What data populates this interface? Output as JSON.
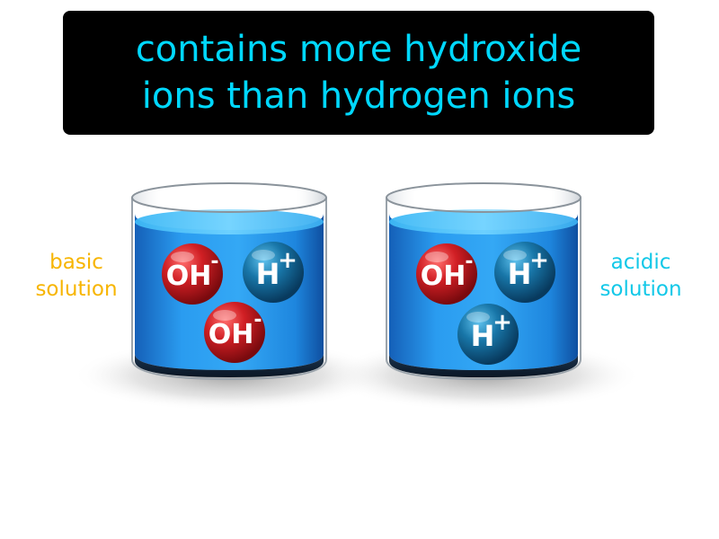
{
  "title": {
    "line1": "contains more hydroxide",
    "line2": "ions than hydrogen ions",
    "color": "#00d8ff",
    "background": "#000000"
  },
  "beakers": [
    {
      "label_line1": "basic",
      "label_line2": "solution",
      "label_color": "#f7b500",
      "ions": [
        {
          "type": "hydroxide",
          "formula": "OH",
          "charge": "-"
        },
        {
          "type": "hydrogen",
          "formula": "H",
          "charge": "+"
        },
        {
          "type": "hydroxide",
          "formula": "OH",
          "charge": "-"
        }
      ]
    },
    {
      "label_line1": "acidic",
      "label_line2": "solution",
      "label_color": "#12c8e8",
      "ions": [
        {
          "type": "hydroxide",
          "formula": "OH",
          "charge": "-"
        },
        {
          "type": "hydrogen",
          "formula": "H",
          "charge": "+"
        },
        {
          "type": "hydrogen",
          "formula": "H",
          "charge": "+"
        }
      ]
    }
  ],
  "colors": {
    "liquid": "#1a8fe0",
    "hydroxide_ion": "#c0161e",
    "hydrogen_ion": "#0d5f8e"
  }
}
